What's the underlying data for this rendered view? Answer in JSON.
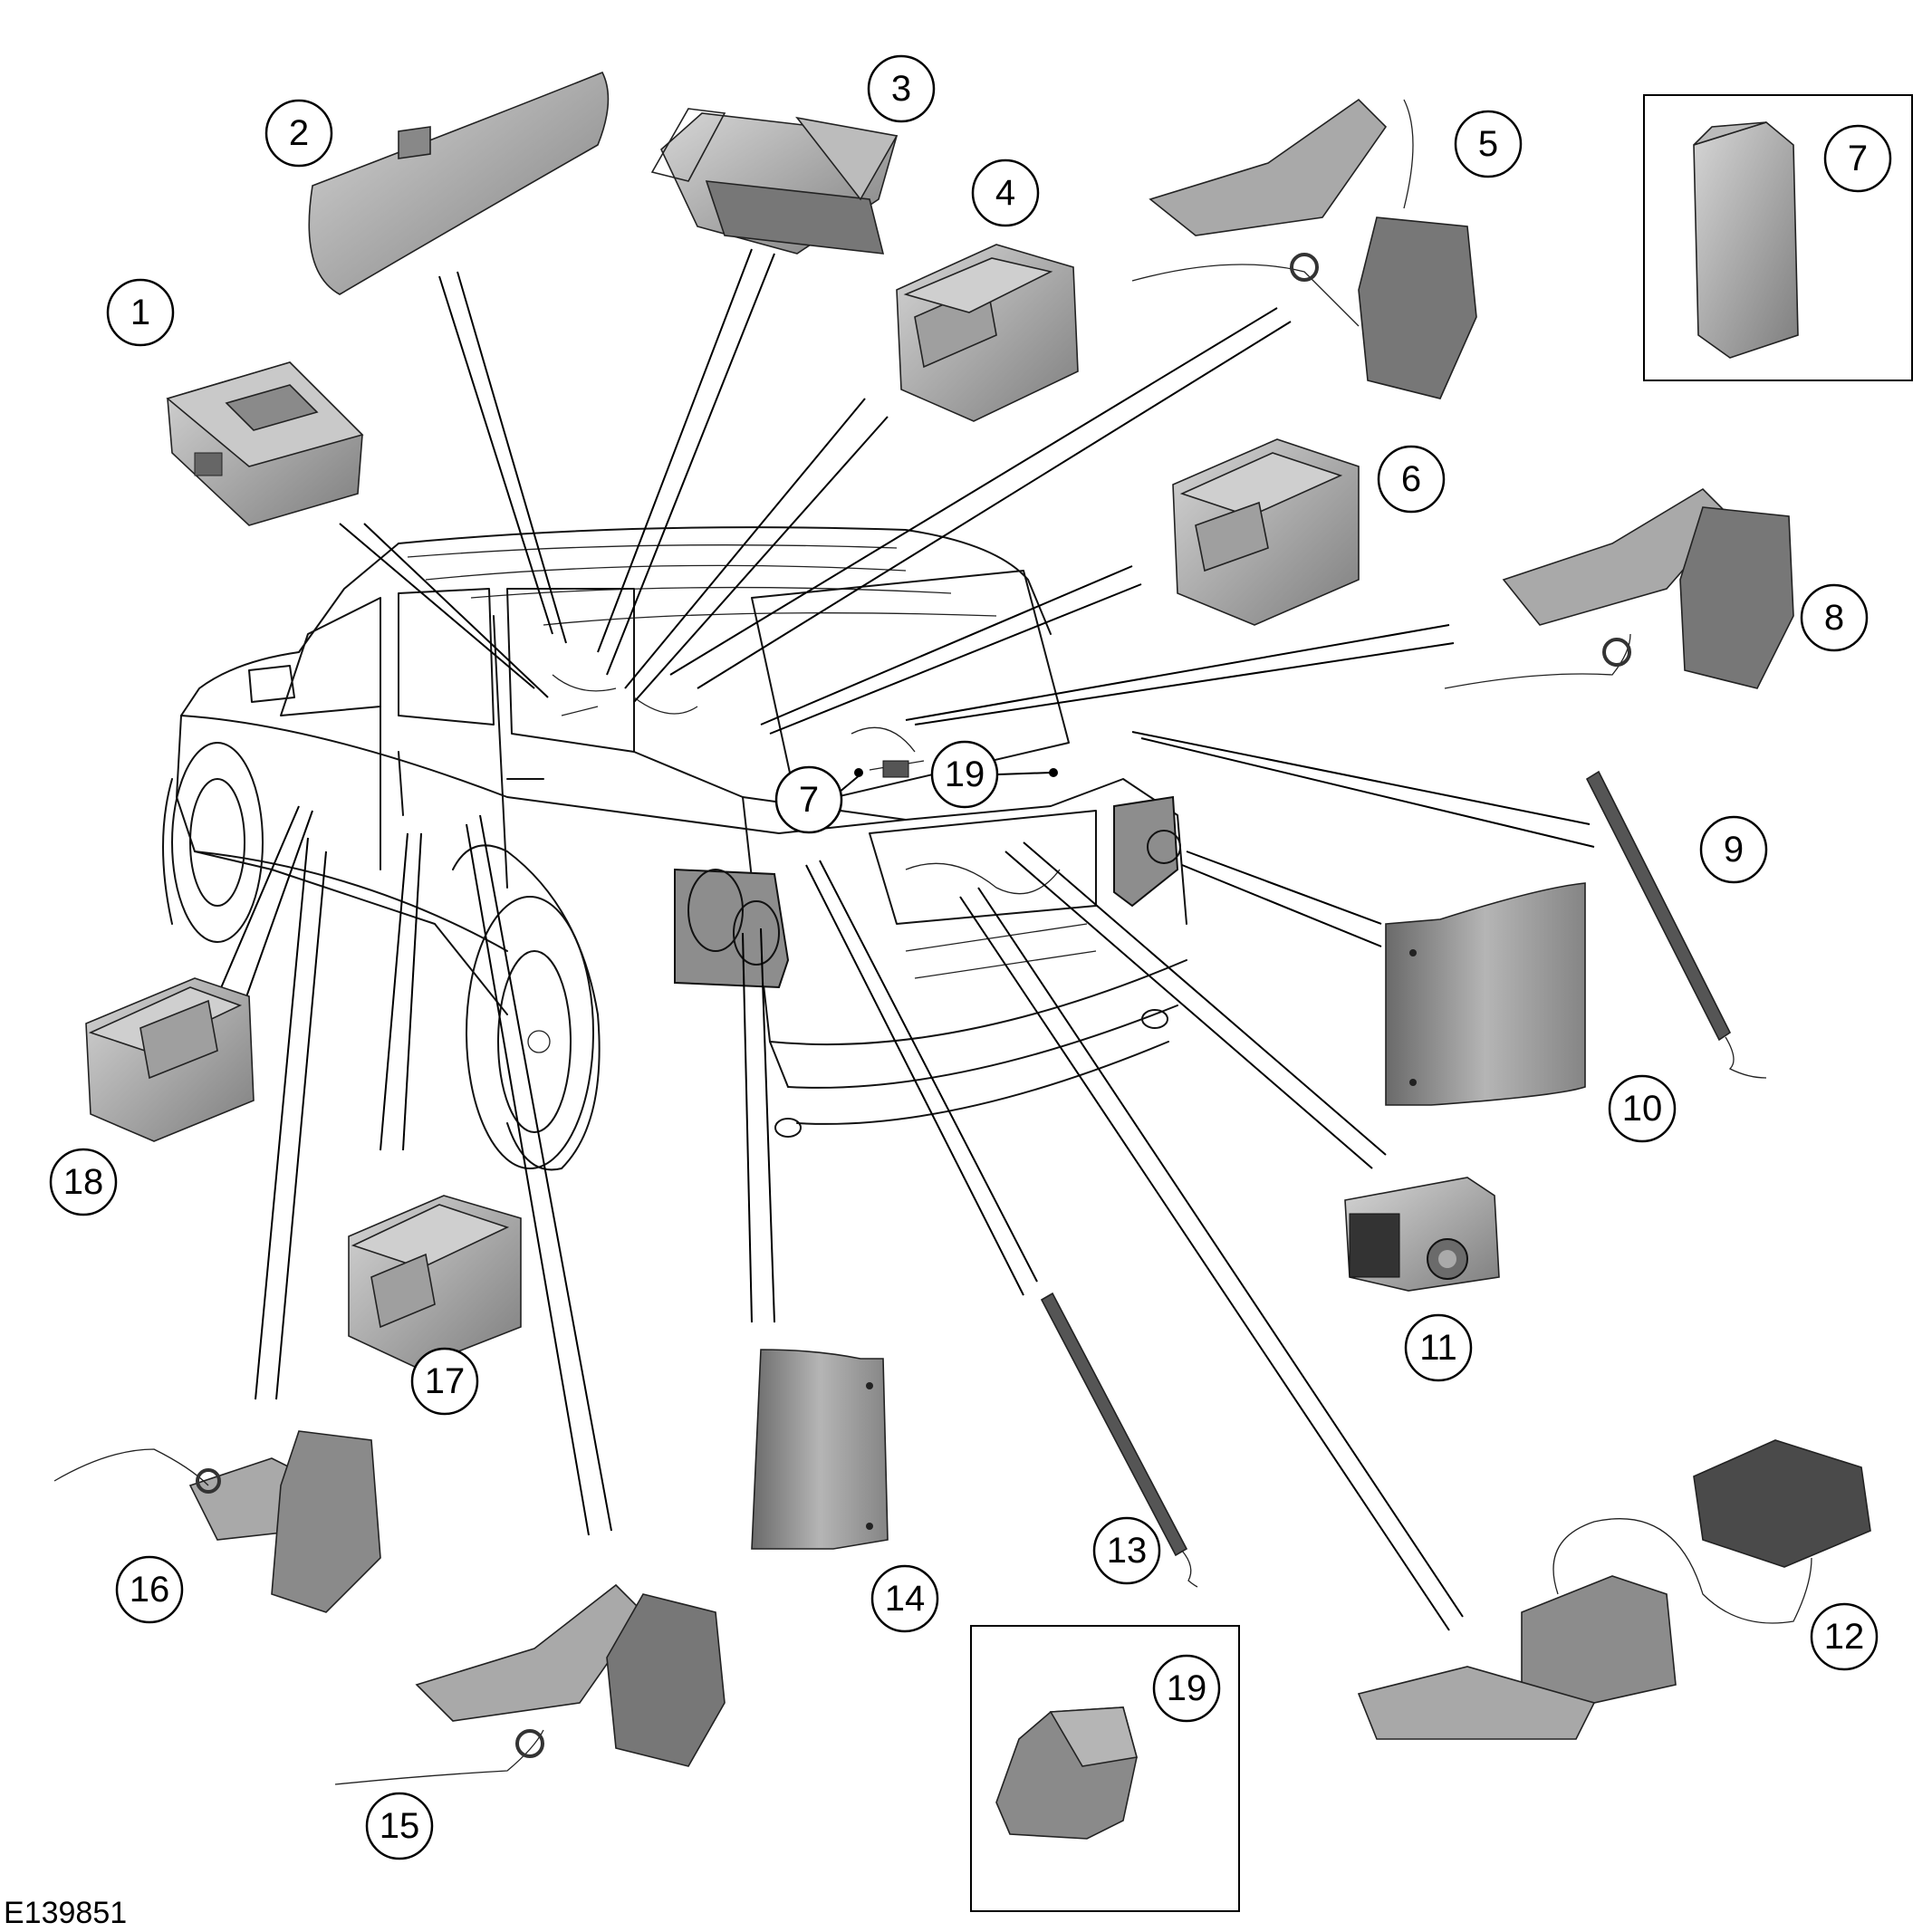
{
  "reference_code": "E139851",
  "callouts": [
    "1",
    "2",
    "3",
    "4",
    "5",
    "6",
    "7",
    "8",
    "9",
    "10",
    "11",
    "12",
    "13",
    "14",
    "15",
    "16",
    "17",
    "18",
    "19"
  ],
  "colors": {
    "part_fill": "#9a9a9a",
    "part_dark": "#555555",
    "part_light": "#c8c8c8",
    "line": "#000000"
  }
}
